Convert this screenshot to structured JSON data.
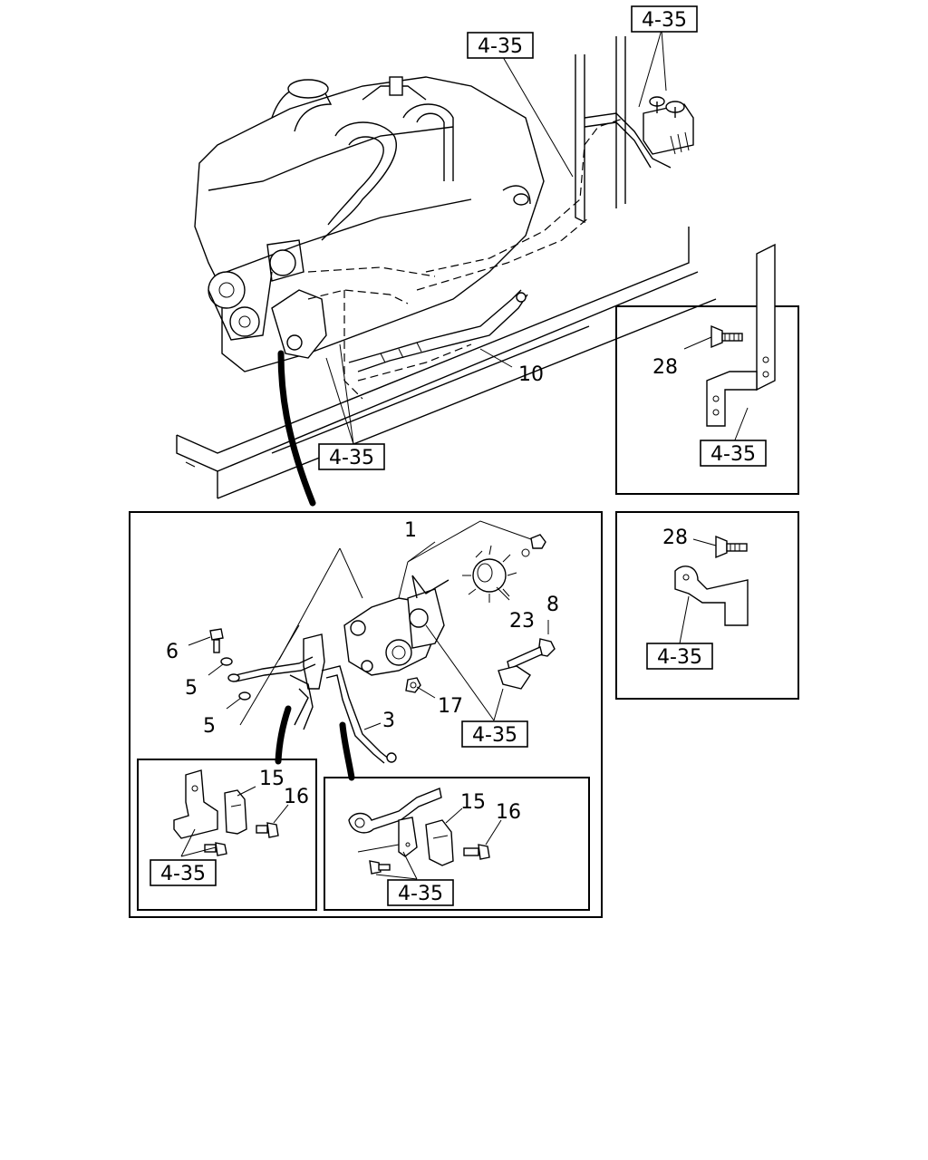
{
  "callouts": {
    "ref_top_right": "4-35",
    "ref_top_mid": "4-35",
    "ref_engine": "4-35",
    "part_10": "10",
    "inset_a_part": "28",
    "inset_a_ref": "4-35",
    "inset_b_part": "28",
    "inset_b_ref": "4-35",
    "part_1": "1",
    "part_23": "23",
    "part_8": "8",
    "part_6": "6",
    "part_5a": "5",
    "part_5b": "5",
    "part_17": "17",
    "part_3": "3",
    "ref_pump": "4-35",
    "inset_c_15": "15",
    "inset_c_16": "16",
    "inset_c_ref": "4-35",
    "inset_d_15": "15",
    "inset_d_16": "16",
    "inset_d_ref": "4-35"
  }
}
